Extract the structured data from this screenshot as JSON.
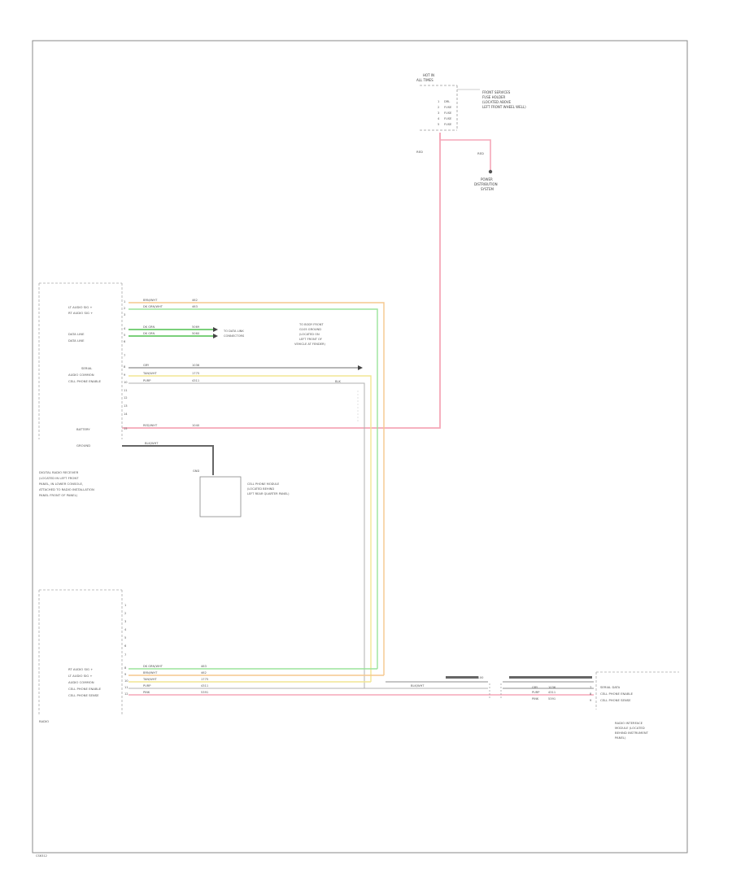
{
  "colors": {
    "red": "#f5a7b8",
    "green": "#9be39b",
    "yellow": "#f2e594",
    "orange": "#f6c78d",
    "gray": "#8c8c8c",
    "dark": "#555555"
  },
  "top_connector": {
    "header": [
      "HOT IN",
      "ALL TIMES"
    ],
    "pins": [
      "1",
      "2",
      "3",
      "4",
      "5"
    ],
    "note": [
      "FRONT SERVICES",
      "FUSE HOLDER",
      "(LOCATED ABOVE",
      "LEFT FRONT WHEEL WELL)"
    ],
    "pin_labels": [
      "DRL",
      "FUSE",
      "FUSE",
      "FUSE",
      "FUSE"
    ],
    "wire_top": "RED",
    "ground_wire": "RED",
    "ground_note": [
      "POWER",
      "DISTRIBUTION",
      "SYSTEM"
    ]
  },
  "module_a": {
    "pin_labels": [
      "LT AUDIO SIG +",
      "RT AUDIO SIG +",
      "",
      "DATA LINE",
      "DATA LINE",
      "",
      "",
      "SERIAL",
      "AUDIO COMMON",
      "CELL PHONE ENABLE",
      "",
      "",
      "",
      "",
      "BATTERY"
    ],
    "pins": [
      "1",
      "2",
      "3",
      "4",
      "5",
      "6",
      "7",
      "8",
      "9",
      "10",
      "11",
      "12",
      "13",
      "14",
      "15"
    ],
    "wire_codes": [
      "BRN/WHT",
      "DK GRN/WHT",
      "",
      "DK GRN",
      "DK GRN",
      "",
      "",
      "GRY",
      "TAN/WHT",
      "PURP",
      "",
      "",
      "",
      "",
      "RED/WHT"
    ],
    "wire_nums": [
      "462",
      "463",
      "",
      "5069",
      "5060",
      "",
      "",
      "1036",
      "1775",
      "4311",
      "",
      "",
      "",
      "",
      "1040"
    ],
    "splice_note": [
      "TO DATA LINK",
      "CONNECTORS"
    ],
    "ground_note": [
      "TO BODY FRONT",
      "G105 GROUND",
      "(LOCATED ON",
      "LEFT FRONT OF",
      "VEHICLE AT FENDER)"
    ],
    "ground_wire": "BLK",
    "ground_pin": "GROUND",
    "ground_wire_code": "BLK/WHT",
    "note": [
      "DIGITAL RADIO RECEIVER",
      "(LOCATED IN LEFT FRONT",
      "PANEL, IN LOWER CONSOLE,",
      "ATTACHED TO RADIO INSTALLATION",
      "PANEL FRONT OF PANEL)"
    ]
  },
  "cell_module": {
    "label": [
      "CELL PHONE MODULE",
      "(LOCATED BEHIND",
      "LEFT REAR QUARTER PANEL)"
    ],
    "pin": "GND"
  },
  "module_b": {
    "pins": [
      "1",
      "2",
      "3",
      "4",
      "5",
      "6",
      "7",
      "8",
      "9",
      "10",
      "11",
      "12"
    ],
    "pin_labels": [
      "",
      "",
      "",
      "",
      "",
      "",
      "",
      "RT AUDIO SIG +",
      "LT AUDIO SIG +",
      "AUDIO COMMON",
      "CELL PHONE ENABLE",
      "CELL PHONE SENSE"
    ],
    "wire_codes": [
      "",
      "",
      "",
      "",
      "",
      "",
      "",
      "DK GRN/WHT",
      "BRN/WHT",
      "TAN/WHT",
      "PURP",
      "PINK"
    ],
    "wire_nums": [
      "",
      "",
      "",
      "",
      "",
      "",
      "",
      "463",
      "462",
      "1775",
      "4311",
      "5391"
    ],
    "name": "RADIO"
  },
  "right_connector": {
    "pin_labels": [
      "SERIAL DATA",
      "CELL PHONE ENABLE",
      "CELL PHONE SENSE"
    ],
    "pins": [
      "7",
      "8",
      "9"
    ],
    "wire_codes": [
      "GRY",
      "PURP",
      "PINK"
    ],
    "wire_nums": [
      "1036",
      "4311",
      "5391"
    ],
    "ground_code": "BLK/WHT",
    "note": [
      "RADIO INTERFACE",
      "MODULE (LOCATED",
      "BEHIND INSTRUMENT",
      "PANEL)"
    ],
    "connector_label": "C100",
    "connector_label2": "C100"
  },
  "footer": "CS6312"
}
